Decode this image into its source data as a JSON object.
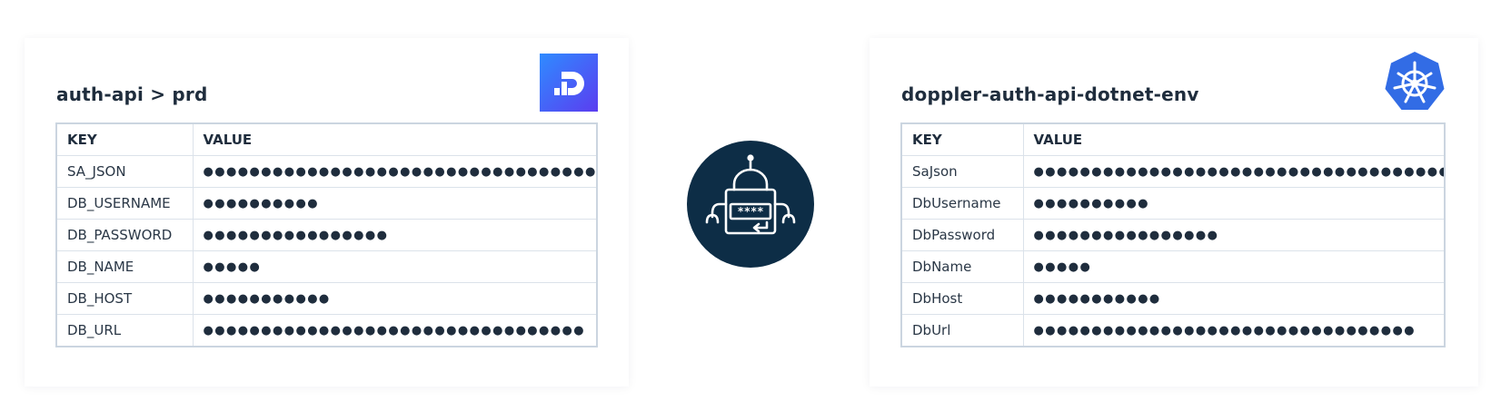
{
  "colors": {
    "doppler_gradient_start": "#2f80ff",
    "doppler_gradient_end": "#5b3df0",
    "kubernetes_blue": "#326ce5",
    "robot_circle": "#0d2d46"
  },
  "icons": {
    "doppler": "doppler-logo-icon",
    "kubernetes": "kubernetes-helm-icon",
    "sync_robot": "robot-password-sync-icon"
  },
  "left": {
    "title": "auth-api > prd",
    "headers": {
      "key": "KEY",
      "value": "VALUE"
    },
    "rows": [
      {
        "key": "SA_JSON",
        "value": "●●●●●●●●●●●●●●●●●●●●●●●●●●●●●●●●●●●●●"
      },
      {
        "key": "DB_USERNAME",
        "value": " ●●●●●●●●●●"
      },
      {
        "key": "DB_PASSWORD",
        "value": "●●●●●●●●●●●●●●●●"
      },
      {
        "key": "DB_NAME",
        "value": "●●●●●"
      },
      {
        "key": "DB_HOST",
        "value": "●●●●●●●●●●●"
      },
      {
        "key": "DB_URL",
        "value": "●●●●●●●●●●●●●●●●●●●●●●●●●●●●●●●●●"
      }
    ]
  },
  "right": {
    "title": "doppler-auth-api-dotnet-env",
    "headers": {
      "key": "KEY",
      "value": "VALUE"
    },
    "rows": [
      {
        "key": "SaJson",
        "value": "●●●●●●●●●●●●●●●●●●●●●●●●●●●●●●●●●●●●●"
      },
      {
        "key": "DbUsername",
        "value": " ●●●●●●●●●●"
      },
      {
        "key": "DbPassword",
        "value": "●●●●●●●●●●●●●●●●"
      },
      {
        "key": "DbName",
        "value": "●●●●●"
      },
      {
        "key": "DbHost",
        "value": "●●●●●●●●●●●"
      },
      {
        "key": "DbUrl",
        "value": "●●●●●●●●●●●●●●●●●●●●●●●●●●●●●●●●●"
      }
    ]
  },
  "robot": {
    "password_mask": "****"
  }
}
